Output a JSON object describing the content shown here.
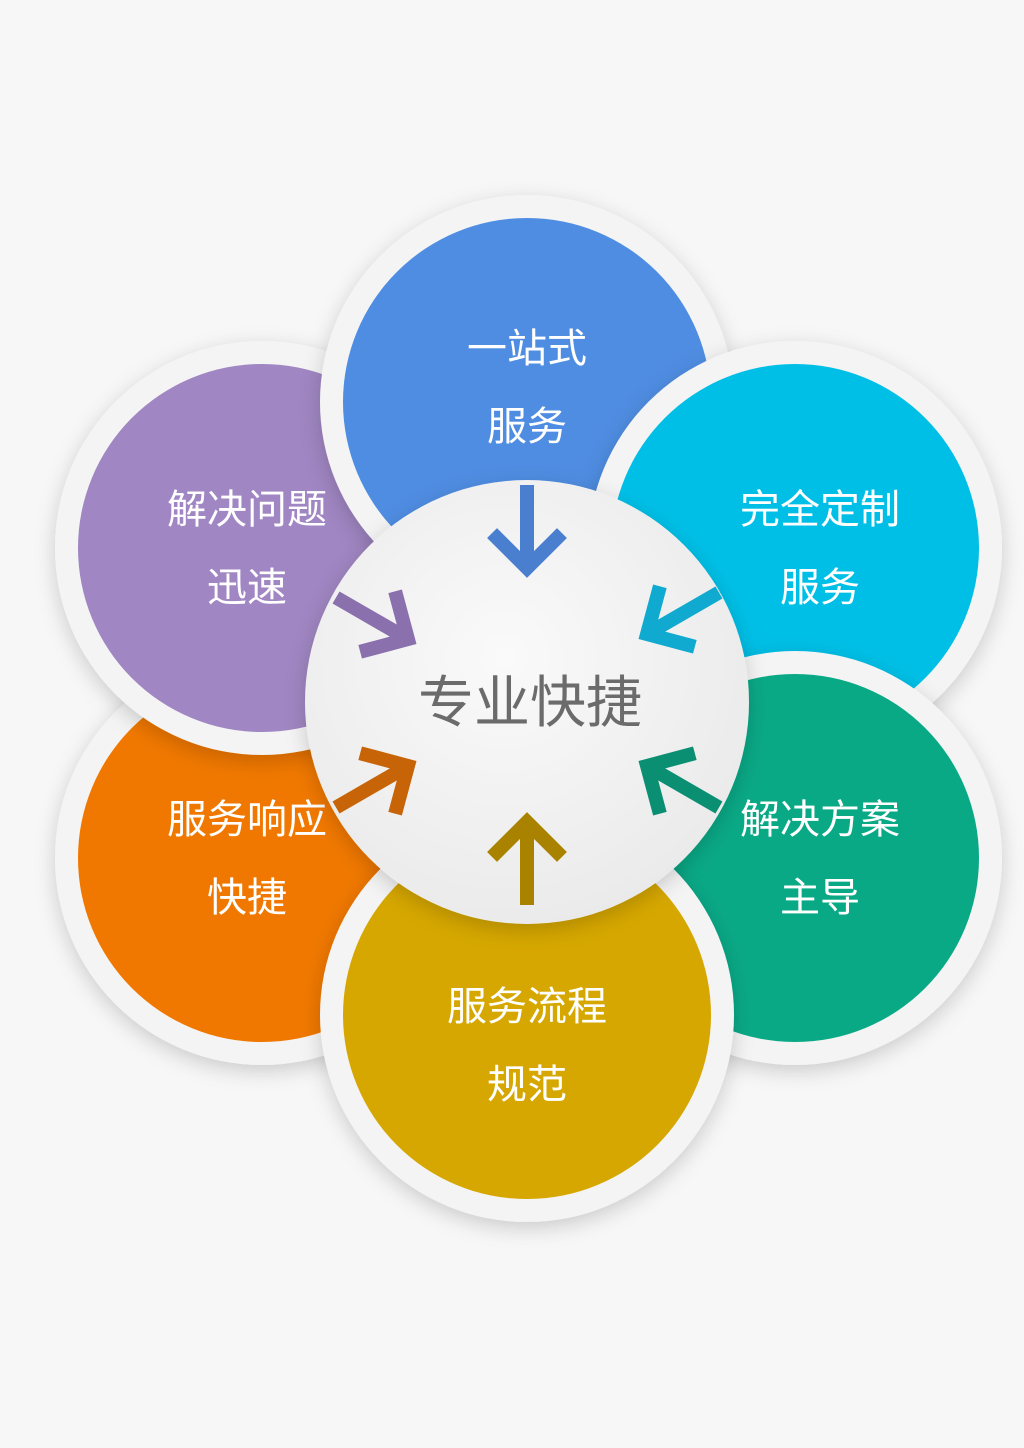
{
  "center": {
    "label": "专业快捷",
    "color": "#6b6b6b"
  },
  "petals": [
    {
      "id": "orange",
      "lines": [
        "服务响应",
        "快捷"
      ],
      "color": "#f07800",
      "arrow_color": "#c86408",
      "arrow": "up-right"
    },
    {
      "id": "purple",
      "lines": [
        "解决问题",
        "迅速"
      ],
      "color": "#a086c2",
      "arrow_color": "#8a70ad",
      "arrow": "down-right"
    },
    {
      "id": "blue",
      "lines": [
        "一站式",
        "服务"
      ],
      "color": "#4f8de2",
      "arrow_color": "#4a7fd0",
      "arrow": "down"
    },
    {
      "id": "cyan",
      "lines": [
        "完全定制",
        "服务"
      ],
      "color": "#00bfe6",
      "arrow_color": "#10aad0",
      "arrow": "down-left"
    },
    {
      "id": "green",
      "lines": [
        "解决方案",
        "主导"
      ],
      "color": "#0aa986",
      "arrow_color": "#0b8f72",
      "arrow": "up-left"
    },
    {
      "id": "yellow",
      "lines": [
        "服务流程",
        "规范"
      ],
      "color": "#d6a700",
      "arrow_color": "#a98300",
      "arrow": "up"
    }
  ]
}
